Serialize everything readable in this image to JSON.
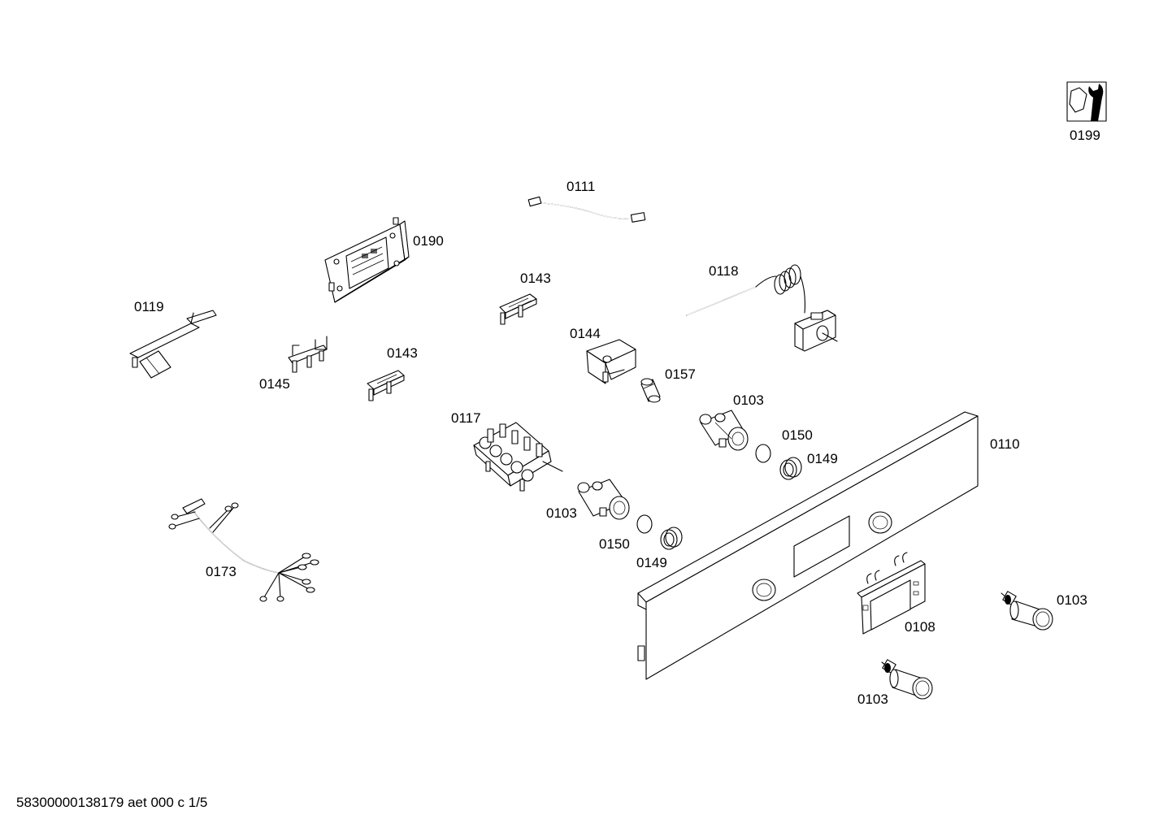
{
  "labels": {
    "p0199": "0199",
    "p0111": "0111",
    "p0190": "0190",
    "p0143a": "0143",
    "p0118": "0118",
    "p0119": "0119",
    "p0144": "0144",
    "p0143b": "0143",
    "p0145": "0145",
    "p0157": "0157",
    "p0103a": "0103",
    "p0117": "0117",
    "p0150a": "0150",
    "p0110": "0110",
    "p0149a": "0149",
    "p0103b": "0103",
    "p0150b": "0150",
    "p0149b": "0149",
    "p0173": "0173",
    "p0103c": "0103",
    "p0108": "0108",
    "p0103d": "0103"
  },
  "footer": "58300000138179 aet 000 c 1/5"
}
